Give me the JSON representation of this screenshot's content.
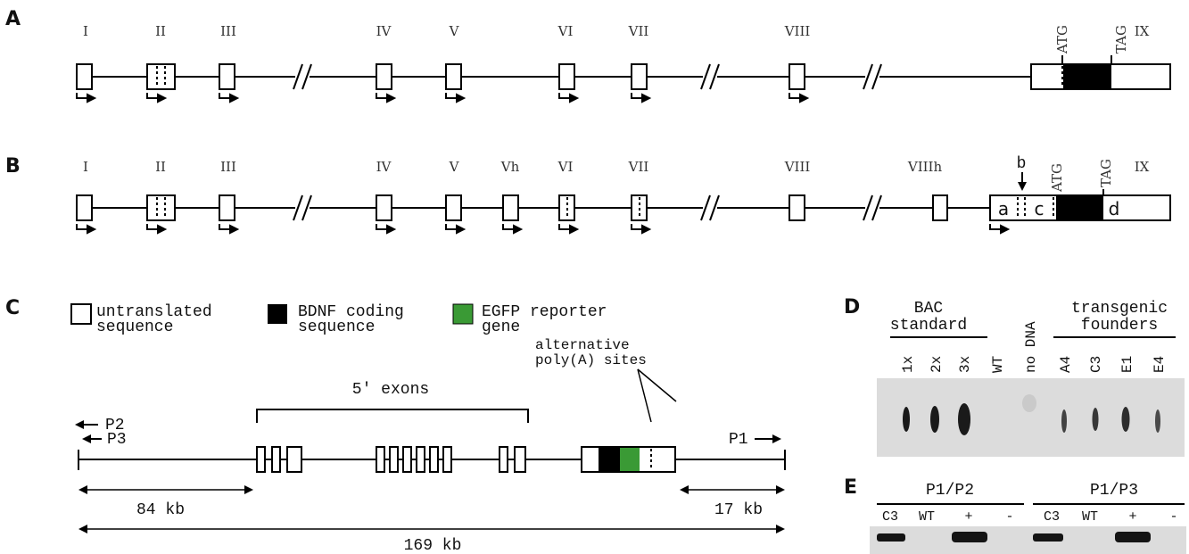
{
  "colors": {
    "coding": "#000000",
    "egfp": "#3a9a35",
    "gel_bg": "#dcdcdc",
    "dot": "#1a1a1a",
    "band": "#141414"
  },
  "panels": {
    "a": "A",
    "b": "B",
    "c": "C",
    "d": "D",
    "e": "E"
  },
  "row_a": {
    "exons": [
      "I",
      "II",
      "III",
      "IV",
      "V",
      "VI",
      "VII",
      "VIII",
      "IX"
    ],
    "atg": "ATG",
    "tag": "TAG"
  },
  "row_b": {
    "exons": [
      "I",
      "II",
      "III",
      "IV",
      "V",
      "Vh",
      "VI",
      "VII",
      "VIII",
      "VIIIh",
      "IX"
    ],
    "atg": "ATG",
    "tag": "TAG",
    "arrow_label": "b",
    "segments": {
      "a": "a",
      "c": "c",
      "d": "d"
    }
  },
  "legend": {
    "untranslated": [
      "untranslated",
      "sequence"
    ],
    "coding": [
      "BDNF coding",
      "sequence"
    ],
    "egfp": [
      "EGFP reporter",
      "gene"
    ]
  },
  "construct": {
    "exons_label": "5' exons",
    "polya": [
      "alternative",
      "poly(A) sites"
    ],
    "primers": {
      "p1": "P1",
      "p2": "P2",
      "p3": "P3"
    },
    "dist_84": "84 kb",
    "dist_17": "17 kb",
    "dist_169": "169 kb"
  },
  "dot_blot": {
    "group1": [
      "BAC",
      "standard"
    ],
    "group2": [
      "transgenic",
      "founders"
    ],
    "lanes": [
      "1x",
      "2x",
      "3x",
      "WT",
      "no DNA",
      "A4",
      "C3",
      "E1",
      "E4"
    ]
  },
  "pcr": {
    "group1": "P1/P2",
    "group2": "P1/P3",
    "lanes": [
      "C3",
      "WT",
      "+",
      "-",
      "C3",
      "WT",
      "+",
      "-"
    ]
  }
}
